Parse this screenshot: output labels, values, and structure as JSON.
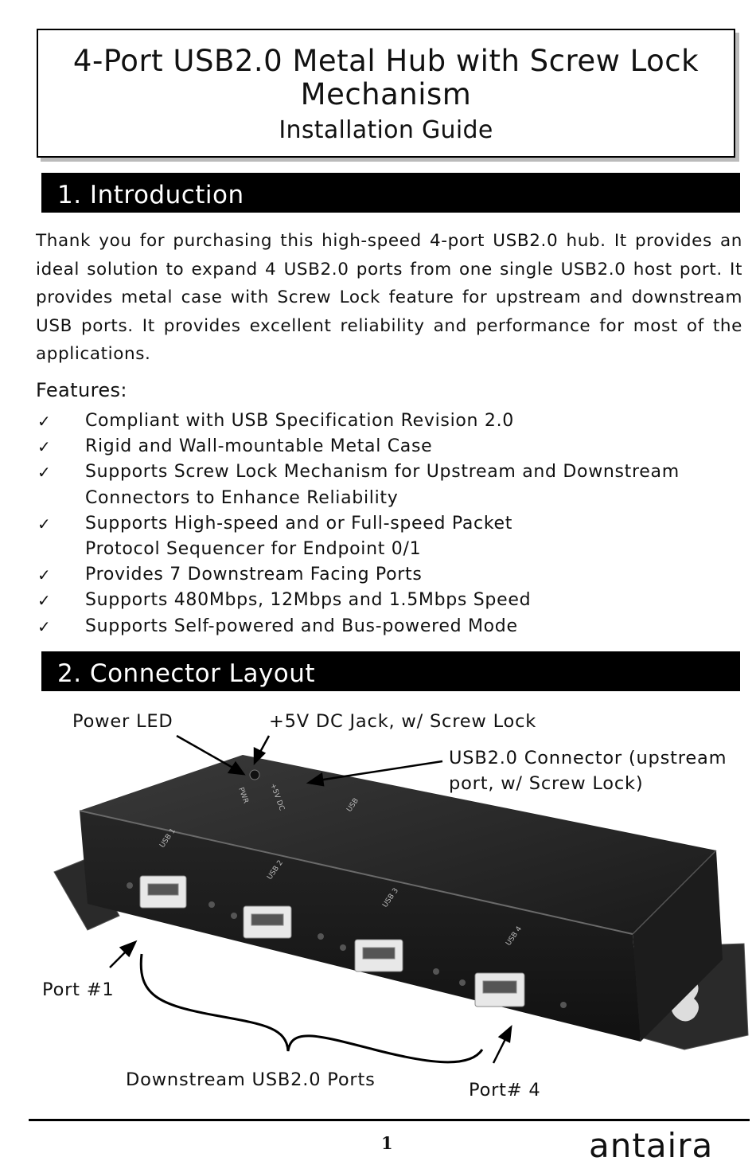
{
  "title": {
    "line1": "4-Port USB2.0 Metal Hub with Screw Lock",
    "line2": "Mechanism",
    "line3": "Installation Guide"
  },
  "section1": {
    "heading": "1. Introduction",
    "paragraph": "Thank you for purchasing this high-speed 4-port USB2.0 hub. It provides an ideal solution to expand 4 USB2.0 ports from one single USB2.0 host port. It provides metal case with Screw Lock feature for upstream and downstream USB ports. It provides excellent reliability and performance for most of the applications.",
    "features_heading": "Features:",
    "features": [
      "Compliant with USB Specification Revision 2.0",
      "Rigid and Wall-mountable Metal Case",
      "Supports Screw Lock Mechanism for Upstream and Downstream Connectors to Enhance Reliability",
      "Supports High-speed and or Full-speed Packet Protocol Sequencer for Endpoint 0/1",
      "Provides 7 Downstream Facing Ports",
      "Supports 480Mbps, 12Mbps and 1.5Mbps Speed",
      "Supports Self-powered and Bus-powered Mode"
    ],
    "check_icon": "check-mark-icon"
  },
  "section2": {
    "heading": "2. Connector Layout",
    "callouts": {
      "power_led": "Power LED",
      "dc_jack": "+5V DC Jack, w/ Screw Lock",
      "usb_upstream_line1": "USB2.0 Connector (upstream",
      "usb_upstream_line2": "port, w/ Screw Lock)",
      "port1": "Port #1",
      "downstream": "Downstream USB2.0 Ports",
      "port4": "Port# 4"
    },
    "device_labels": {
      "usb1": "USB 1",
      "usb2": "USB 2",
      "usb3": "USB 3",
      "usb4": "USB 4",
      "usb_up": "USB",
      "pwr": "PWR",
      "dc": "+5V DC"
    }
  },
  "footer": {
    "page_number": "1",
    "logo_text": "antaira",
    "colors": {
      "logo_accent": "#c8102e"
    }
  }
}
